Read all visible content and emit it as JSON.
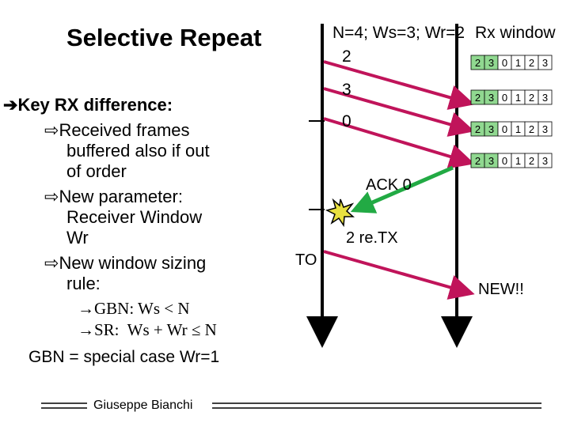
{
  "title": "Selective Repeat",
  "params": "N=4; Ws=3; Wr=2",
  "rx_window_label": "Rx window",
  "bullets": {
    "main": "Key RX difference:",
    "sub1_line1": "Received frames",
    "sub1_line2": "buffered also if out",
    "sub1_line3": "of order",
    "sub2_line1": "New parameter:",
    "sub2_line2": "Receiver Window",
    "sub2_line3": "Wr",
    "sub3_line1": "New window sizing",
    "sub3_line2": "rule:"
  },
  "rules": {
    "gbn": "GBN: Ws < N",
    "sr": "SR:  Ws + Wr ≤ N",
    "special": "GBN = special case  Wr=1"
  },
  "diagram": {
    "frame_labels": [
      "2",
      "3",
      "0"
    ],
    "ack_label": "ACK 0",
    "retx_label": "2 re.TX",
    "timeout_label": "TO",
    "new_label": "NEW!!",
    "rx_windows": [
      {
        "cells": [
          "2",
          "3",
          "0",
          "1",
          "2",
          "3"
        ],
        "highlight": [
          0,
          1
        ]
      },
      {
        "cells": [
          "2",
          "3",
          "0",
          "1",
          "2",
          "3"
        ],
        "highlight": [
          0,
          1
        ]
      },
      {
        "cells": [
          "2",
          "3",
          "0",
          "1",
          "2",
          "3"
        ],
        "highlight": [
          0,
          1
        ]
      },
      {
        "cells": [
          "2",
          "3",
          "0",
          "1",
          "2",
          "3"
        ],
        "highlight": [
          0,
          1
        ]
      }
    ],
    "colors": {
      "frame_arrow": "#c0145a",
      "ack_arrow": "#22aa44",
      "highlight": "#90d890",
      "star": "#e8e040"
    }
  },
  "footer": "Giuseppe Bianchi"
}
